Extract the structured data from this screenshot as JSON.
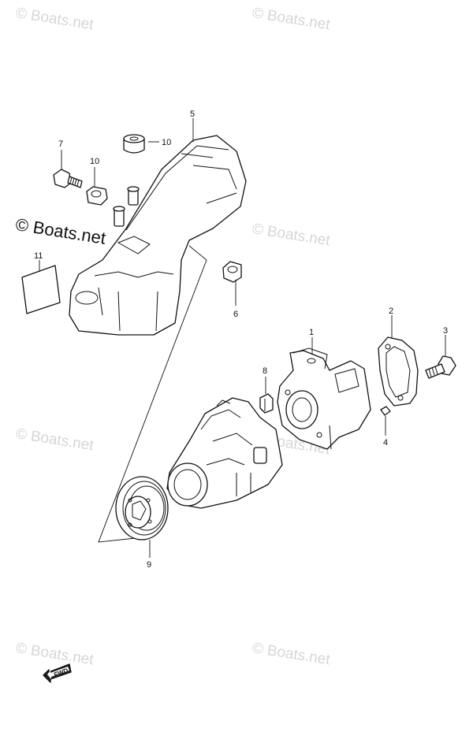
{
  "watermarks": {
    "text": "© Boats.net",
    "prominent_text": "© Boats.net"
  },
  "callouts": [
    "1",
    "2",
    "3",
    "4",
    "5",
    "6",
    "7",
    "8",
    "9",
    "10",
    "10",
    "11"
  ],
  "fwd_label": "FWD",
  "icons": {
    "fwd_arrow": "arrow-left-icon"
  }
}
